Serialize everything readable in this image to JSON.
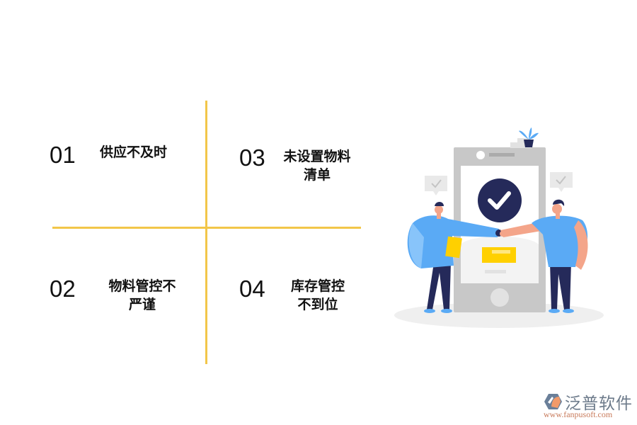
{
  "items": [
    {
      "number": "01",
      "label_line1": "供应不及时",
      "label_line2": ""
    },
    {
      "number": "02",
      "label_line1": "物料管控不",
      "label_line2": "严谨"
    },
    {
      "number": "03",
      "label_line1": "未设置物料",
      "label_line2": "清单"
    },
    {
      "number": "04",
      "label_line1": "库存管控",
      "label_line2": "不到位"
    }
  ],
  "colors": {
    "divider": "#f2c649",
    "text": "#111111",
    "phone_frame": "#c8c8c8",
    "check_circle": "#252a5a",
    "shirt_blue": "#5aaaf5",
    "pants_navy": "#252a5a",
    "skin": "#f4a58a",
    "card_yellow": "#ffd000"
  },
  "illustration": {
    "icons": [
      "phone-icon",
      "checkmark-circle-icon",
      "speech-bubble-check-icon",
      "plant-icon",
      "people-fist-bump-icon"
    ]
  },
  "logo": {
    "name": "泛普软件",
    "url": "www.fanpusoft.com"
  }
}
